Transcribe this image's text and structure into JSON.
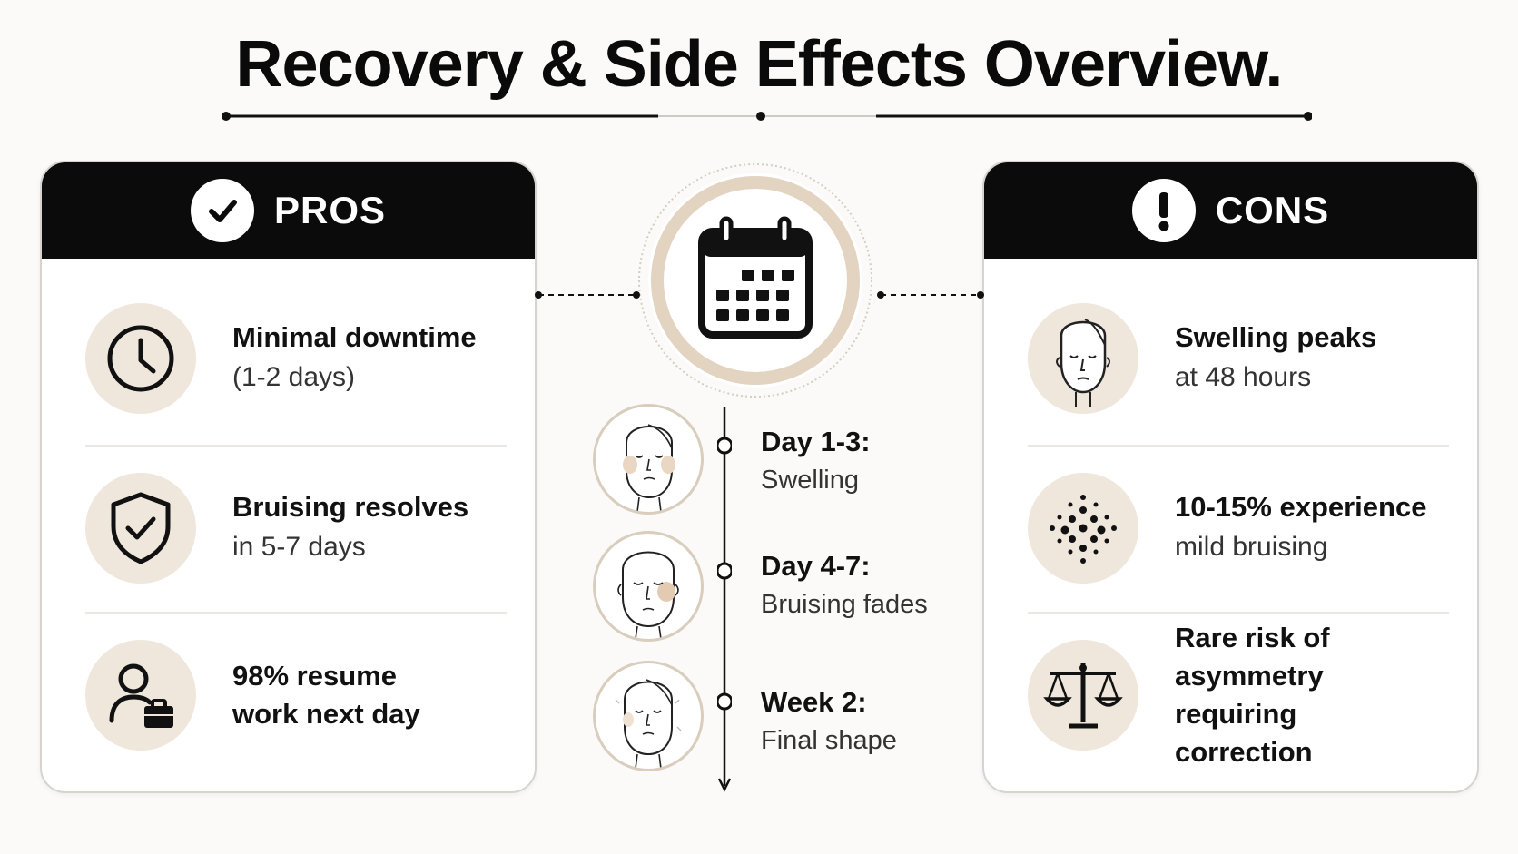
{
  "title": "Recovery & Side Effects Overview.",
  "pros": {
    "header": "PROS",
    "items": [
      {
        "icon": "clock-icon",
        "strong": "Minimal downtime",
        "light": "(1-2 days)"
      },
      {
        "icon": "shield-check-icon",
        "strong": "Bruising resolves",
        "light": "in 5-7 days"
      },
      {
        "icon": "person-briefcase-icon",
        "strong_lines": [
          "98% resume",
          "work next day"
        ]
      }
    ]
  },
  "cons": {
    "header": "CONS",
    "items": [
      {
        "icon": "face-icon",
        "strong": "Swelling peaks",
        "light": "at 48 hours"
      },
      {
        "icon": "dots-icon",
        "strong": "10-15% experience",
        "light": "mild bruising"
      },
      {
        "icon": "scale-icon",
        "strong_lines": [
          "Rare risk of",
          "asymmetry requiring",
          "correction"
        ]
      }
    ]
  },
  "timeline": {
    "center_icon": "calendar-icon",
    "stages": [
      {
        "label": "Day 1-3:",
        "desc": "Swelling"
      },
      {
        "label": "Day 4-7:",
        "desc": "Bruising fades"
      },
      {
        "label": "Week 2:",
        "desc": "Final shape"
      }
    ]
  },
  "colors": {
    "header_bg": "#0b0b0b",
    "accent_beige": "#efe6dc",
    "ring": "#e3d3c1"
  }
}
